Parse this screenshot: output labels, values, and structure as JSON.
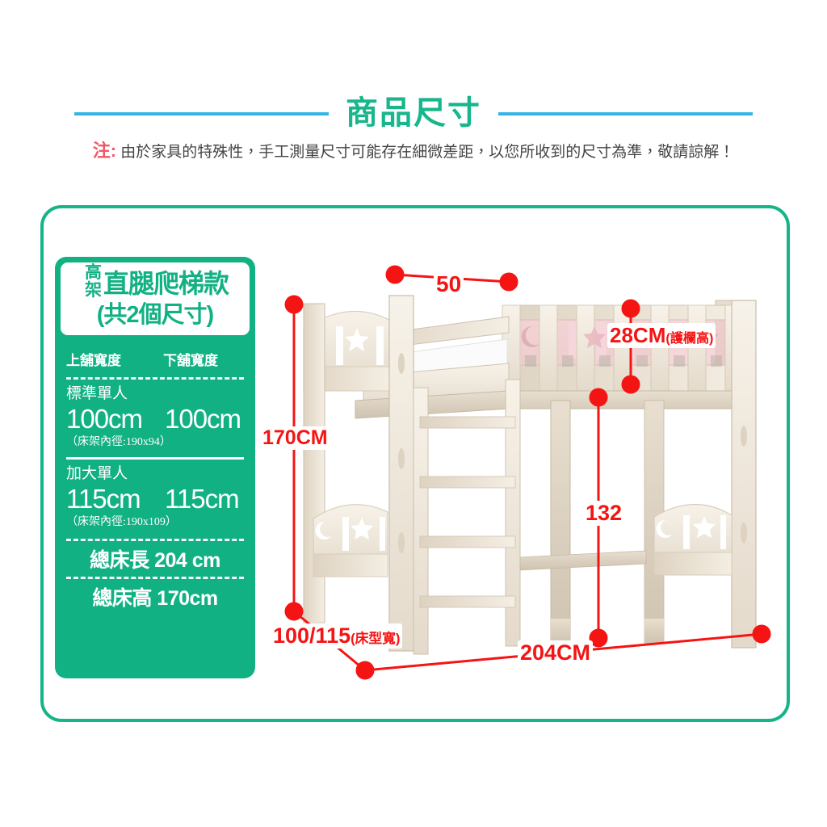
{
  "header": {
    "title": "商品尺寸",
    "rule_color": "#35b5e5",
    "title_color": "#18b68c",
    "note_mark": "注:",
    "note_text": "由於家具的特殊性，手工測量尺寸可能存在細微差距，以您所收到的尺寸為準，敬請諒解！"
  },
  "card": {
    "badge": "高架",
    "title_main": "直腿爬梯款",
    "title_sub": "(共2個尺寸)",
    "col_headers": [
      "上舖寬度",
      "下舖寬度"
    ],
    "rows": [
      {
        "label": "標準單人",
        "upper": "100cm",
        "lower": "100cm",
        "inner": "（床架內徑:190x94）"
      },
      {
        "label": "加大單人",
        "upper": "115cm",
        "lower": "115cm",
        "inner": "（床架內徑:190x109）"
      }
    ],
    "totals": [
      "總床長 204 cm",
      "總床高 170cm"
    ],
    "accent_color": "#12b184"
  },
  "dimensions": {
    "accent_color": "#f51414",
    "top_width": "50",
    "guardrail": "28CM",
    "guardrail_sub": "(護欄高)",
    "total_height": "170CM",
    "bed_width": "100/115",
    "bed_width_sub": "(床型寬)",
    "under_height": "132",
    "total_length": "204CM"
  },
  "product": {
    "name": "loft-bed-with-ladder",
    "wood_color": "#efe7dc",
    "bedding_color": "#f2c9cf"
  }
}
